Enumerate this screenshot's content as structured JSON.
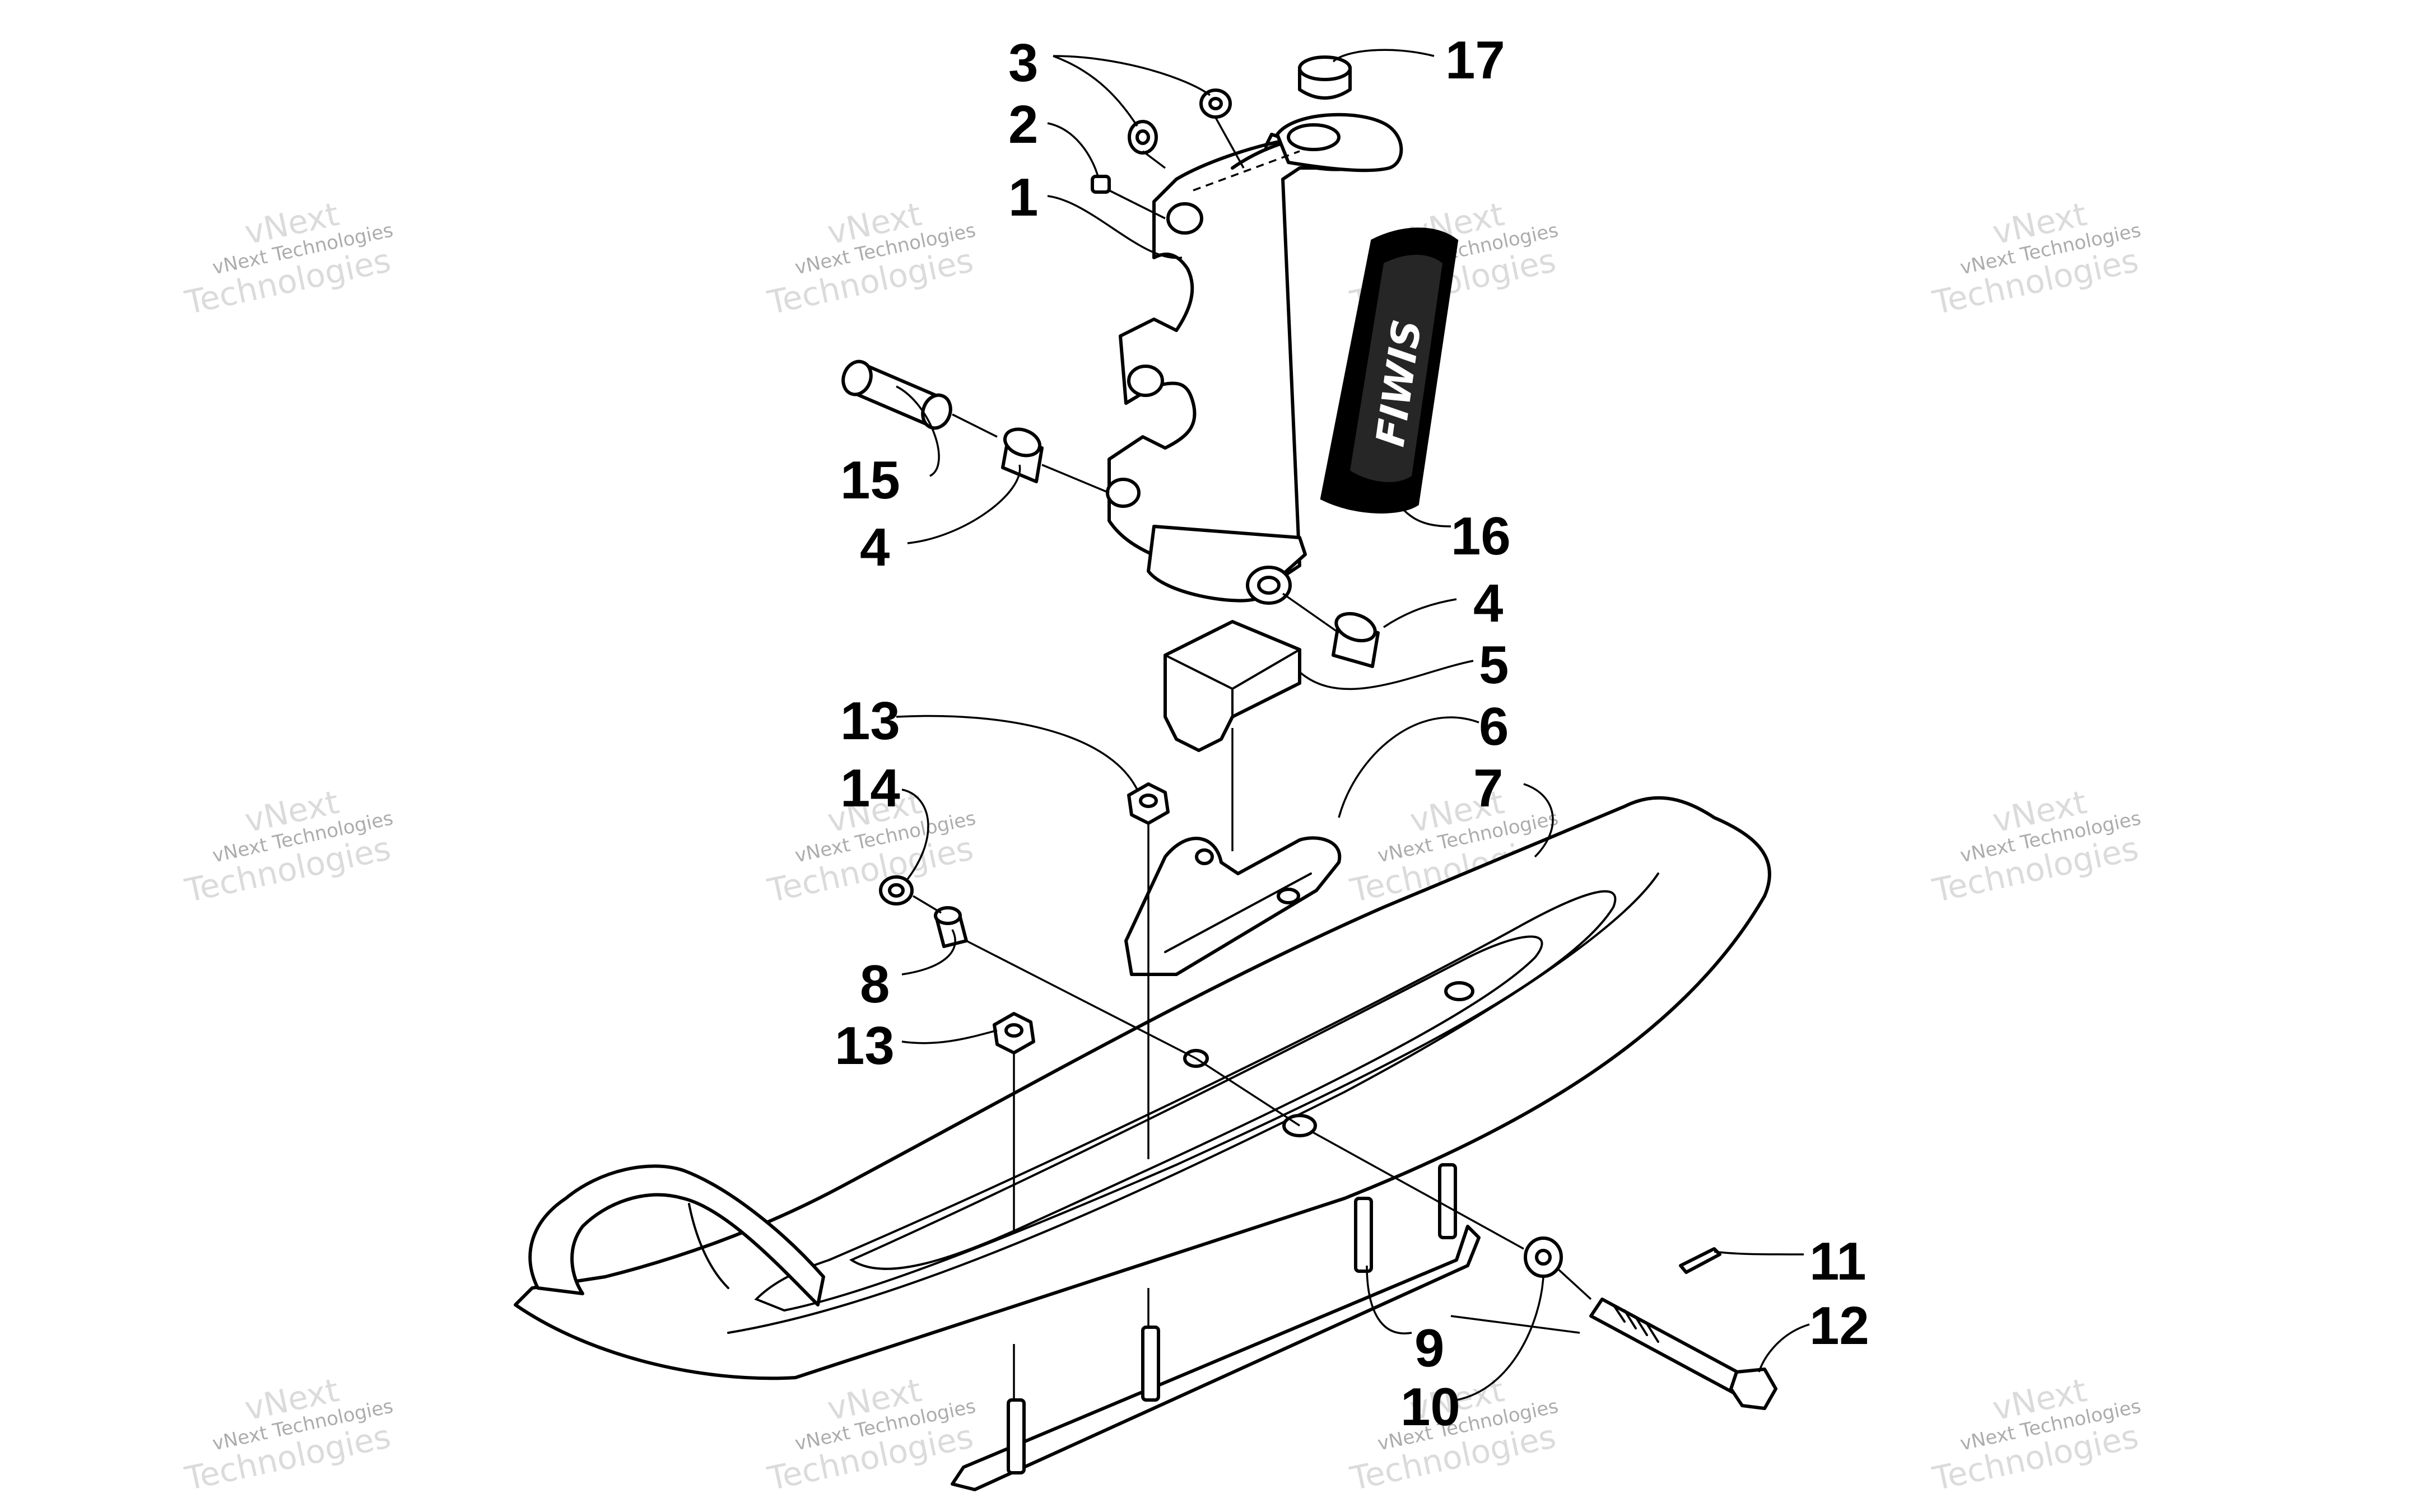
{
  "diagram": {
    "callouts": {
      "c1": "1",
      "c2": "2",
      "c3": "3",
      "c4a": "4",
      "c4b": "4",
      "c5": "5",
      "c6": "6",
      "c7": "7",
      "c8": "8",
      "c9": "9",
      "c10": "10",
      "c11": "11",
      "c12": "12",
      "c13a": "13",
      "c13b": "13",
      "c14": "14",
      "c15": "15",
      "c16": "16",
      "c17": "17"
    },
    "decal_text": "FIWIS",
    "watermark": {
      "line1": "vNext Technologies",
      "line2": "vNext",
      "line3": "Technologies"
    }
  }
}
